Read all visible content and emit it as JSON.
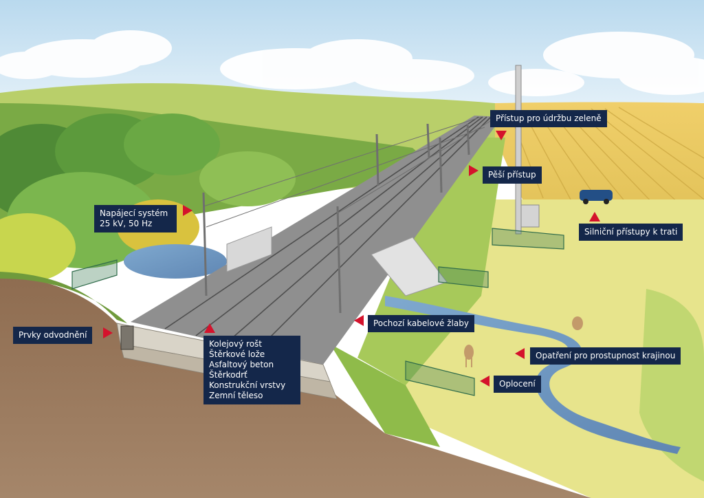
{
  "labels": {
    "udrzba": "Přístup pro údržbu zeleně",
    "pesi": "Pěší přístup",
    "silnicni": "Silniční  přístupy  k trati",
    "napajeci_1": "Napájecí systém",
    "napajeci_2": "25 kV, 50 Hz",
    "odvodneni": "Prvky odvodnění",
    "layers": [
      "Kolejový rošt",
      "Štěrkové lože",
      "Asfaltový beton",
      "Štěrkodrť",
      "Konstrukční vrstvy",
      "Zemní těleso"
    ],
    "zlaby": "Pochozí kabelové žlaby",
    "prostupnost": "Opatření pro prostupnost krajinou",
    "oploceni": "Oplocení"
  },
  "colors": {
    "label_bg": "#14274a",
    "pointer": "#d4122c",
    "sky": "#cfe6f4",
    "soil": "#9c7a5e",
    "field": "#e6d27a",
    "grass": "#9cc454"
  }
}
